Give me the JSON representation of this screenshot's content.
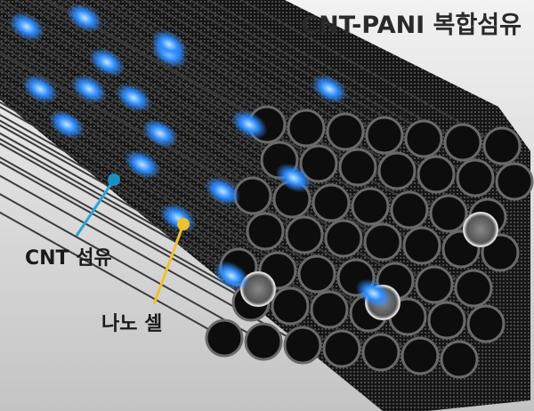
{
  "title": "CNT-PANI 복합섬유",
  "labels": {
    "cnt_fiber": "CNT 섬유",
    "nano_cell": "나노 셀"
  },
  "colors": {
    "cnt_pointer": "#2aa6d8",
    "nano_cell_pointer": "#f0c030",
    "glow": "#3aa0ff",
    "background": "#d6d6d6",
    "fiber": "#1a1a1a"
  }
}
